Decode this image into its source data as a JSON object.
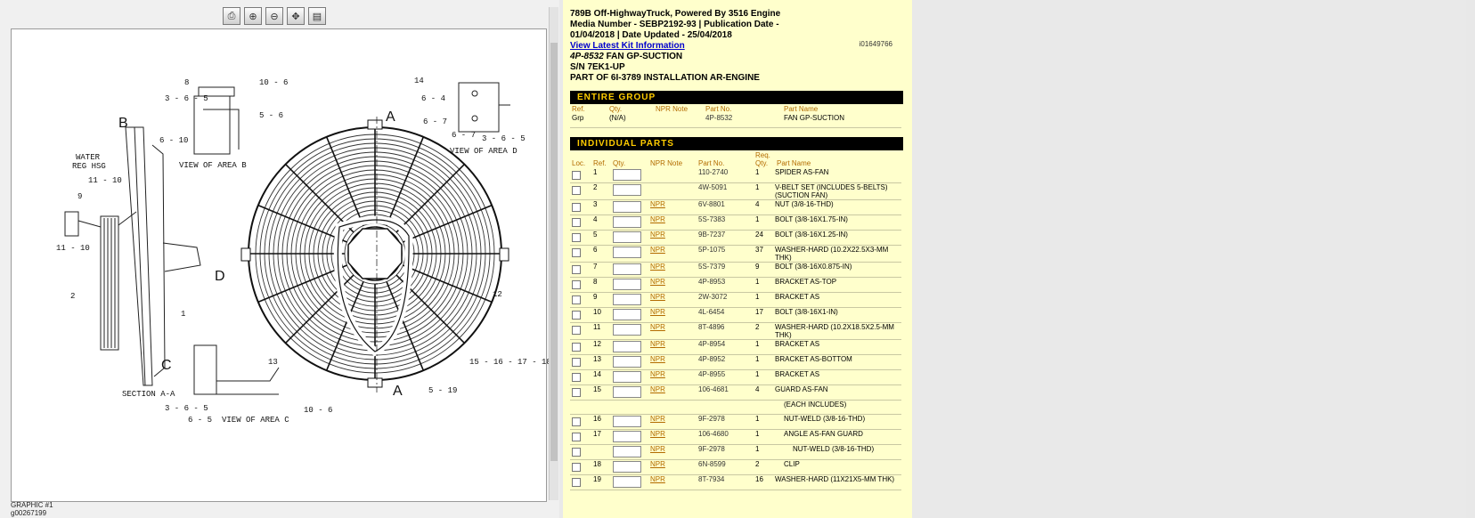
{
  "toolbar": {
    "icons": [
      "print-icon",
      "zoom-in-icon",
      "zoom-out-icon",
      "fit-icon",
      "save-icon"
    ]
  },
  "drawing": {
    "labels": {
      "l8": "8",
      "l106": "10 - 6",
      "l365": "3 - 6 - 5",
      "l1010": "10",
      "l1": "1",
      "l56": "5 - 6",
      "l610": "6 - 10",
      "B": "B",
      "viewB": "VIEW OF AREA B",
      "water1": "WATER",
      "water2": "REG HSG",
      "l1110a": "11 - 10",
      "l9": "9",
      "l1110b": "11 - 10",
      "l2": "2",
      "l1b": "1",
      "C": "C",
      "secAA": "SECTION A-A",
      "l365b": "3 - 6 - 5",
      "l65": "6 - 5",
      "viewC": "VIEW OF AREA C",
      "l106b": "10 - 6",
      "l13": "13",
      "D": "D",
      "A1": "A",
      "A2": "A",
      "l14": "14",
      "l64": "6 - 4",
      "l67": "6 - 7",
      "l67b": "6 - 7",
      "l365c": "3 - 6 - 5",
      "viewD": "VIEW OF AREA D",
      "l12": "12",
      "l15": "15 - 16 - 17 - 18",
      "l519": "5 - 19"
    }
  },
  "caption": {
    "line1": "GRAPHIC #1",
    "line2": "g00267199"
  },
  "header": {
    "title": "789B Off-HighwayTruck, Powered By 3516 Engine",
    "media": "Media Number - SEBP2192-93    |    Publication Date -",
    "dates": "01/04/2018    |    Date Updated - 25/04/2018",
    "kit_link": "View Latest Kit Information",
    "image_id": "i01649766",
    "part_line": "4P-8532",
    "part_name": " FAN GP-SUCTION",
    "sn": "S/N 7EK1-UP",
    "part_of": "PART OF 6I-3789 INSTALLATION AR-ENGINE"
  },
  "entire_group": {
    "title": "ENTIRE GROUP",
    "headers": [
      "Ref.",
      "Qty.",
      "NPR Note",
      "Part No.",
      "Part Name"
    ],
    "row": [
      "Grp",
      "(N/A)",
      "",
      "4P-8532",
      "FAN GP-SUCTION"
    ]
  },
  "individual": {
    "title": "INDIVIDUAL PARTS",
    "headers": [
      "Loc.",
      "Ref.",
      "Qty.",
      "NPR Note",
      "Part No.",
      "Req. Qty.",
      "Part Name"
    ],
    "rows": [
      {
        "ref": "1",
        "npr": "",
        "pn": "110-2740",
        "rq": "1",
        "name": "SPIDER AS-FAN"
      },
      {
        "ref": "2",
        "npr": "",
        "pn": "4W-5091",
        "rq": "1",
        "name": "V-BELT SET (INCLUDES 5-BELTS)(SUCTION FAN)"
      },
      {
        "ref": "3",
        "npr": "NPR",
        "pn": "6V-8801",
        "rq": "4",
        "name": "NUT (3/8-16-THD)"
      },
      {
        "ref": "4",
        "npr": "NPR",
        "pn": "5S-7383",
        "rq": "1",
        "name": "BOLT (3/8-16X1.75-IN)"
      },
      {
        "ref": "5",
        "npr": "NPR",
        "pn": "9B-7237",
        "rq": "24",
        "name": "BOLT (3/8-16X1.25-IN)"
      },
      {
        "ref": "6",
        "npr": "NPR",
        "pn": "5P-1075",
        "rq": "37",
        "name": "WASHER-HARD (10.2X22.5X3-MM THK)"
      },
      {
        "ref": "7",
        "npr": "NPR",
        "pn": "5S-7379",
        "rq": "9",
        "name": "BOLT (3/8-16X0.875-IN)"
      },
      {
        "ref": "8",
        "npr": "NPR",
        "pn": "4P-8953",
        "rq": "1",
        "name": "BRACKET AS-TOP"
      },
      {
        "ref": "9",
        "npr": "NPR",
        "pn": "2W-3072",
        "rq": "1",
        "name": "BRACKET AS"
      },
      {
        "ref": "10",
        "npr": "NPR",
        "pn": "4L-6454",
        "rq": "17",
        "name": "BOLT (3/8-16X1-IN)"
      },
      {
        "ref": "11",
        "npr": "NPR",
        "pn": "8T-4896",
        "rq": "2",
        "name": "WASHER-HARD (10.2X18.5X2.5-MM THK)"
      },
      {
        "ref": "12",
        "npr": "NPR",
        "pn": "4P-8954",
        "rq": "1",
        "name": "BRACKET AS"
      },
      {
        "ref": "13",
        "npr": "NPR",
        "pn": "4P-8952",
        "rq": "1",
        "name": "BRACKET AS-BOTTOM"
      },
      {
        "ref": "14",
        "npr": "NPR",
        "pn": "4P-8955",
        "rq": "1",
        "name": "BRACKET AS"
      },
      {
        "ref": "15",
        "npr": "NPR",
        "pn": "106-4681",
        "rq": "4",
        "name": "GUARD AS-FAN"
      },
      {
        "ref": "",
        "npr": "",
        "pn": "",
        "rq": "",
        "name": "(EACH INCLUDES)",
        "indent": 1,
        "nocheck": true
      },
      {
        "ref": "16",
        "npr": "NPR",
        "pn": "9F-2978",
        "rq": "1",
        "name": "NUT-WELD (3/8-16-THD)",
        "indent": 1
      },
      {
        "ref": "17",
        "npr": "NPR",
        "pn": "106-4680",
        "rq": "1",
        "name": "ANGLE AS-FAN GUARD",
        "indent": 1
      },
      {
        "ref": "",
        "npr": "NPR",
        "pn": "9F-2978",
        "rq": "1",
        "name": "NUT-WELD (3/8-16-THD)",
        "indent": 2
      },
      {
        "ref": "18",
        "npr": "NPR",
        "pn": "6N-8599",
        "rq": "2",
        "name": "CLIP",
        "indent": 1
      },
      {
        "ref": "19",
        "npr": "NPR",
        "pn": "8T-7934",
        "rq": "16",
        "name": "WASHER-HARD (11X21X5-MM THK)"
      }
    ]
  }
}
